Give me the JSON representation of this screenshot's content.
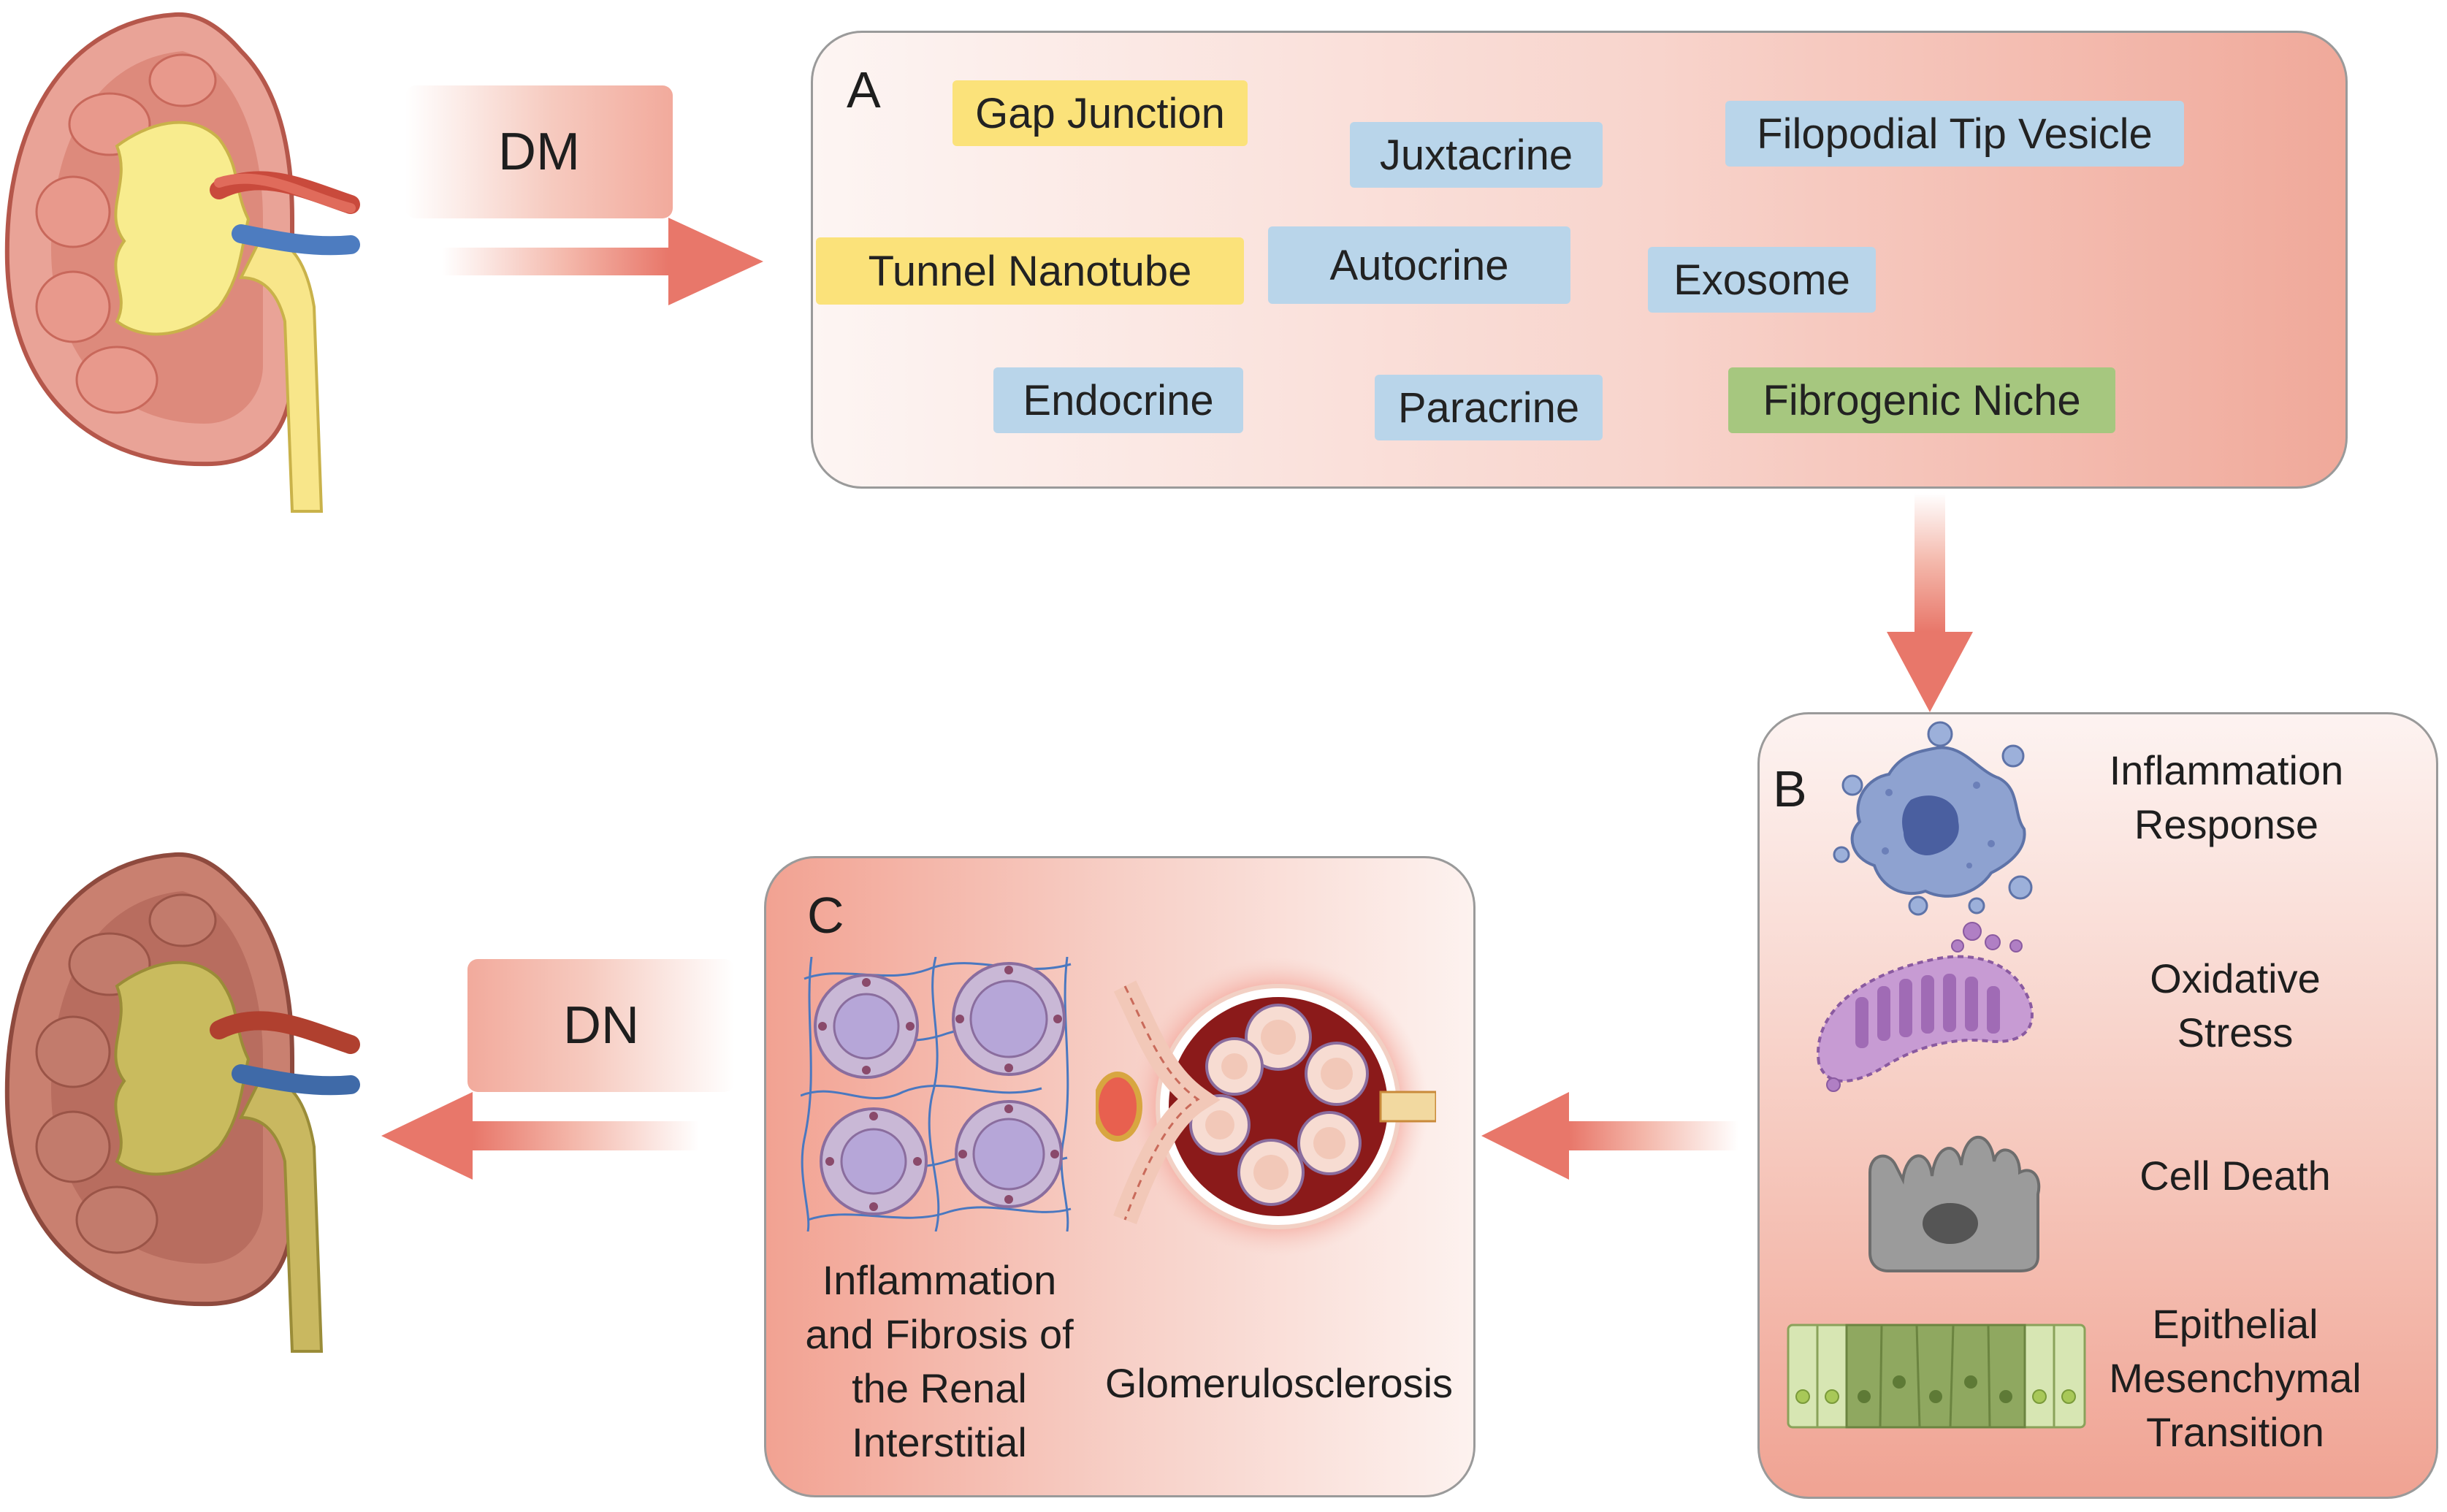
{
  "flow": {
    "dm_label": "DM",
    "dn_label": "DN"
  },
  "panel_a": {
    "letter": "A",
    "tags": [
      {
        "label": "Gap Junction",
        "category": "yellow"
      },
      {
        "label": "Juxtacrine",
        "category": "blue"
      },
      {
        "label": "Filopodial Tip Vesicle",
        "category": "blue"
      },
      {
        "label": "Tunnel Nanotube",
        "category": "yellow"
      },
      {
        "label": "Autocrine",
        "category": "blue"
      },
      {
        "label": "Exosome",
        "category": "blue"
      },
      {
        "label": "Endocrine",
        "category": "blue"
      },
      {
        "label": "Paracrine",
        "category": "blue"
      },
      {
        "label": "Fibrogenic Niche",
        "category": "green"
      }
    ]
  },
  "panel_b": {
    "letter": "B",
    "items": [
      {
        "line1": "Inflammation",
        "line2": "Response",
        "icon": "immune-cell-icon"
      },
      {
        "line1": "Oxidative",
        "line2": "Stress",
        "icon": "mitochondrion-icon"
      },
      {
        "line1": "Cell Death",
        "icon": "dying-cell-icon"
      },
      {
        "line1": "Epithelial",
        "line2": "Mesenchymal",
        "line3": "Transition",
        "icon": "epithelial-cells-icon"
      }
    ]
  },
  "panel_c": {
    "letter": "C",
    "left_label": {
      "line1": "Inflammation",
      "line2": "and Fibrosis of",
      "line3": "the Renal",
      "line4": "Interstitial"
    },
    "right_label": "Glomerulosclerosis"
  },
  "colors": {
    "tag_yellow": "#fbe27a",
    "tag_blue": "#b9d5ea",
    "tag_green": "#a6c77f",
    "arrow": "#e8776a",
    "kidney_healthy": "#e9a397",
    "kidney_diseased": "#c98070"
  }
}
